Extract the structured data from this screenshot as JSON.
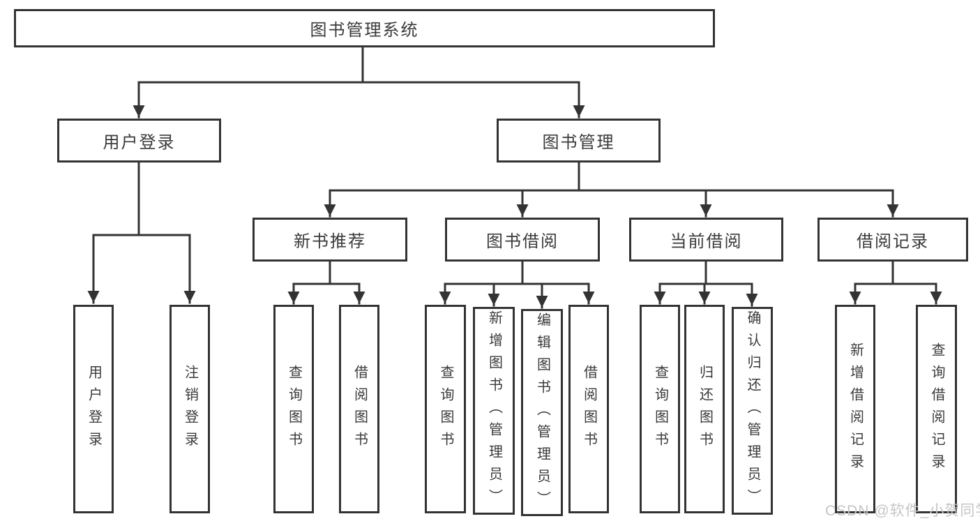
{
  "diagram": {
    "root": {
      "label": "图书管理系统"
    },
    "level2": [
      {
        "id": "user-login",
        "label": "用户登录"
      },
      {
        "id": "book-management",
        "label": "图书管理"
      }
    ],
    "level3": [
      {
        "id": "new-book-recommend",
        "label": "新书推荐"
      },
      {
        "id": "book-borrowing",
        "label": "图书借阅"
      },
      {
        "id": "current-borrowing",
        "label": "当前借阅"
      },
      {
        "id": "borrowing-records",
        "label": "借阅记录"
      }
    ],
    "leaves": {
      "user_login": [
        "用户登录",
        "注销登录"
      ],
      "new_book_recommend": [
        "查询图书",
        "借阅图书"
      ],
      "book_borrowing": [
        "查询图书",
        "新增图书（管理员）",
        "编辑图书（管理员）",
        "借阅图书"
      ],
      "current_borrowing": [
        "查询图书",
        "归还图书",
        "确认归还（管理员）"
      ],
      "borrowing_records": [
        "新增借阅记录",
        "查询借阅记录"
      ]
    }
  },
  "watermark": {
    "text": "CSDN @软件_小贺同学"
  },
  "colors": {
    "line": "#333333",
    "box_border": "#333333",
    "text": "#3a3a3a",
    "background": "#ffffff",
    "watermark": "#c5c5c5"
  }
}
